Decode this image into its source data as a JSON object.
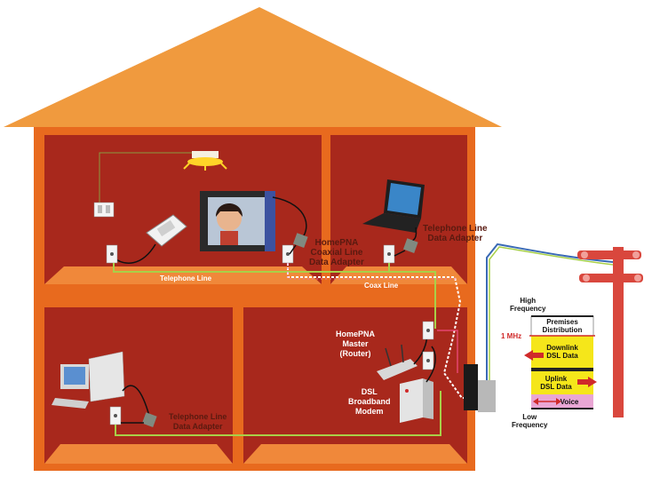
{
  "labels": {
    "homepna_coax": "HomePNA\nCoaxial Line\nData Adapter",
    "tel_adapter_top": "Telephone Line\nData Adapter",
    "tel_line": "Telephone Line",
    "coax_line": "Coax Line",
    "master": "HomePNA\nMaster\n(Router)",
    "dsl_modem": "DSL\nBroadband\nModem",
    "tel_adapter_bottom": "Telephone Line\nData Adapter"
  },
  "spectrum": {
    "high": "High\nFrequency",
    "low": "Low\nFrequency",
    "mhz": "1 MHz",
    "premises": "Premises\nDistribution",
    "downlink": "Downlink\nDSL Data",
    "uplink": "Uplink\nDSL Data",
    "voice": "Voice"
  },
  "colors": {
    "roof": "#f09a3e",
    "wall": "#e86a1e",
    "room": "#a8281c",
    "floor": "#f0883a",
    "telephone_line": "#a8d048",
    "coax_line": "#ffffff",
    "band_premises": "#ffffff",
    "band_dsl": "#f5e61a",
    "band_voice": "#e9a6d4",
    "pole": "#d9473d"
  }
}
